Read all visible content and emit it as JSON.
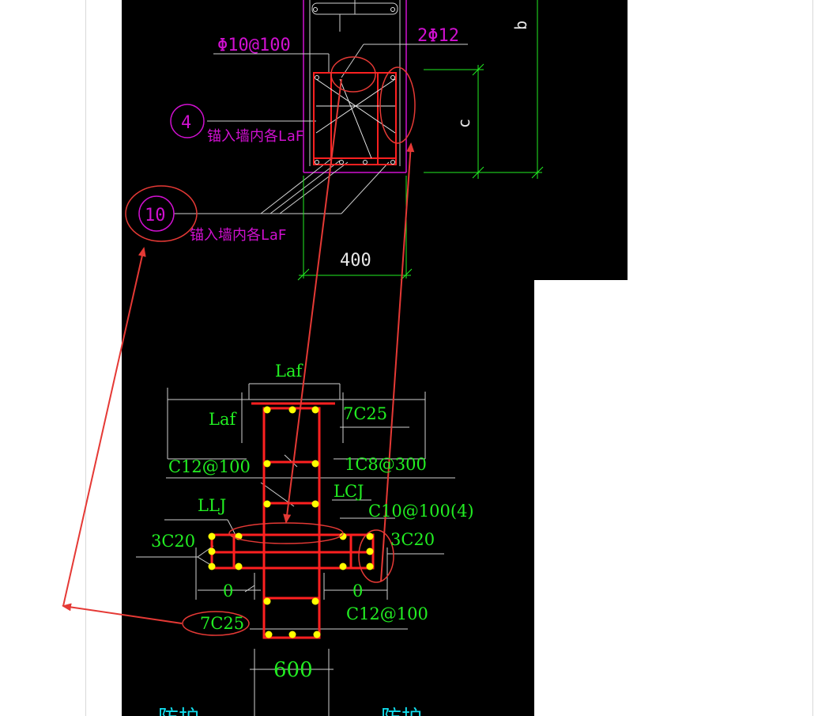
{
  "top_detail": {
    "stirrup_label": "Φ10@100",
    "bar_label": "2Φ12",
    "dim_b": "b",
    "dim_c": "c",
    "dim_width": "400",
    "callout_4": "4",
    "callout_10": "10",
    "anchor_note_1": "锚入墙内各LaF",
    "anchor_note_2": "锚入墙内各LaF"
  },
  "bottom_detail": {
    "laf_top": "Laf",
    "laf_left": "Laf",
    "bars_top": "7C25",
    "stirrup_left": "C12@100",
    "dist_bar": "1C8@300",
    "lcj": "LCJ",
    "llj": "LLJ",
    "stirrup_4leg": "C10@100(4)",
    "bars_left": "3C20",
    "bars_right": "3C20",
    "dim_left": "0",
    "dim_right": "0",
    "bars_bottom": "7C25",
    "stirrup_bottom": "C12@100",
    "dim_width": "600",
    "label_left_partial": "防护",
    "label_right_partial": "防护"
  },
  "colors": {
    "cad_background": "#000000",
    "magenta_text": "#d010d0",
    "green_text": "#22ee22",
    "rebar_red": "#ff2020",
    "bar_yellow": "#ffff00",
    "annotation_red": "#e53935"
  }
}
